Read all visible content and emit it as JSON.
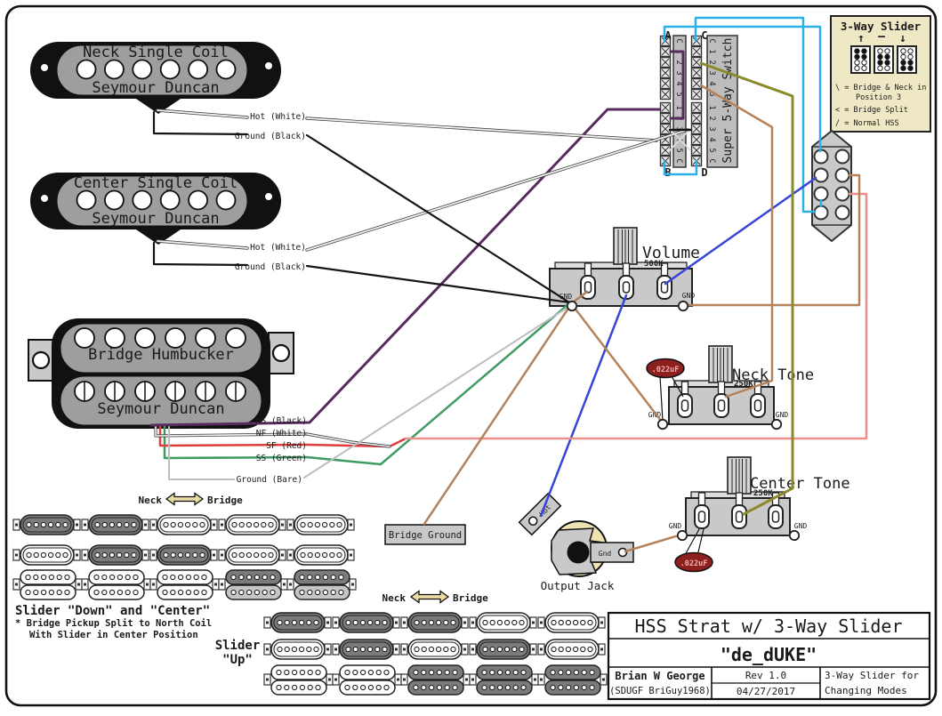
{
  "palette": {
    "cyan": "#2bb0e8",
    "blue": "#3646d6",
    "purple": "#582b5e",
    "white_wire": "#f2f2f2",
    "black_wire": "#141414",
    "green": "#3f9b63",
    "red": "#e23d3d",
    "salmon": "#ec8f8f",
    "bare": "#bdbdbd",
    "brown": "#b5825a",
    "olive": "#8a8a2a",
    "component_gray": "#c9c9c9",
    "pickup_gray": "#9e9e9e",
    "legend_bg": "#eee8c4",
    "cap_red": "#8e1f1f",
    "arrow_tan": "#ecdca2"
  },
  "pickups": {
    "neck": {
      "title": "Neck Single Coil",
      "brand": "Seymour Duncan",
      "hot": "Hot (White)",
      "ground": "Ground (Black)"
    },
    "center": {
      "title": "Center Single Coil",
      "brand": "Seymour Duncan",
      "hot": "Hot (White)",
      "ground": "Ground (Black)"
    },
    "bridge": {
      "title": "Bridge Humbucker",
      "brand": "Seymour Duncan",
      "wires": [
        "NS (Black)",
        "NF (White)",
        "SF (Red)",
        "SS (Green)",
        "Ground (Bare)"
      ]
    }
  },
  "switch5": {
    "title": "Super 5-Way Switch",
    "corner_a": "A",
    "corner_b": "B",
    "corner_c": "C",
    "corner_d": "D",
    "rows_top": [
      "C",
      "1",
      "2",
      "3",
      "4",
      "5"
    ],
    "rows_bottom": [
      "1",
      "2",
      "3",
      "4",
      "5",
      "C"
    ]
  },
  "legend": {
    "title": "3-Way Slider",
    "arrow_up": "↑",
    "arrow_mid": "—",
    "arrow_down": "↓",
    "line1": "\\ = Bridge & Neck in",
    "line2": "Position 3",
    "line3": "< = Bridge Split",
    "line4": "/ = Normal HSS",
    "icons": [
      {
        "filled_rows": [
          1,
          2
        ]
      },
      {
        "filled_rows": [
          2,
          3
        ]
      },
      {
        "filled_rows": [
          3,
          4
        ]
      }
    ]
  },
  "pots": {
    "volume": {
      "name": "Volume",
      "value": "500K"
    },
    "neck_tone": {
      "name": "Neck Tone",
      "value": "250K"
    },
    "center_tone": {
      "name": "Center Tone",
      "value": "250K"
    },
    "gnd": "GND",
    "cap": ".022uF"
  },
  "jack": {
    "label": "Output Jack",
    "hot": "Hot",
    "gnd": "Gnd"
  },
  "bridge_ground": "Bridge Ground",
  "direction": {
    "left": "Neck",
    "right": "Bridge"
  },
  "mini": {
    "down": {
      "title": "Slider \"Down\" and \"Center\"",
      "note1": "* Bridge Pickup Split to North Coil",
      "note2": "With Slider in Center Position",
      "sc_rows": [
        [
          "on",
          "on",
          "off",
          "off",
          "off"
        ],
        [
          "off",
          "on",
          "on",
          "off",
          "off"
        ]
      ],
      "hb_row": [
        [
          "off",
          "off"
        ],
        [
          "off",
          "off"
        ],
        [
          "off",
          "off"
        ],
        [
          "on",
          "split"
        ],
        [
          "on",
          "split"
        ]
      ]
    },
    "up": {
      "label1": "Slider",
      "label2": "\"Up\"",
      "sc_rows": [
        [
          "on",
          "on",
          "on",
          "off",
          "off"
        ],
        [
          "off",
          "on",
          "off",
          "on",
          "off"
        ]
      ],
      "hb_row": [
        [
          "off",
          "off"
        ],
        [
          "off",
          "off"
        ],
        [
          "on",
          "on"
        ],
        [
          "on",
          "on"
        ],
        [
          "on",
          "on"
        ]
      ]
    }
  },
  "title_block": {
    "title": "HSS Strat w/ 3-Way Slider",
    "subtitle": "\"de_dUKE\"",
    "author": "Brian W George",
    "author_alias": "(SDUGF BriGuy1968)",
    "rev": "Rev 1.0",
    "date": "04/27/2017",
    "desc_line1": "3-Way Slider for",
    "desc_line2": "Changing Modes"
  }
}
